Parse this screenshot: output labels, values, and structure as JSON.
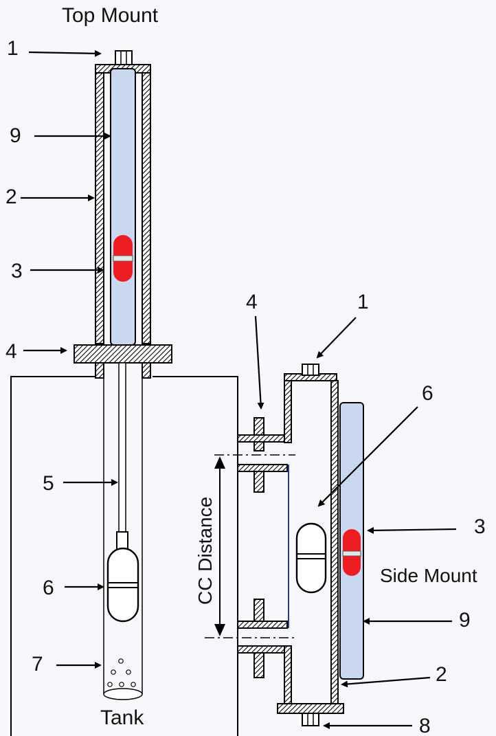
{
  "titles": {
    "top_mount": "Top Mount",
    "side_mount": "Side Mount",
    "tank": "Tank",
    "cc_distance": "CC Distance"
  },
  "top_callouts": {
    "c1": "1",
    "c9": "9",
    "c2": "2",
    "c3": "3",
    "c4": "4",
    "c5": "5",
    "c6": "6",
    "c7": "7"
  },
  "side_callouts": {
    "c4": "4",
    "c1": "1",
    "c6": "6",
    "c3": "3",
    "c9": "9",
    "c2": "2",
    "c8": "8"
  },
  "colors": {
    "indicator": "#ee1d23",
    "glass_tube": "#c9d8ee",
    "background": "#f7f8fb"
  }
}
